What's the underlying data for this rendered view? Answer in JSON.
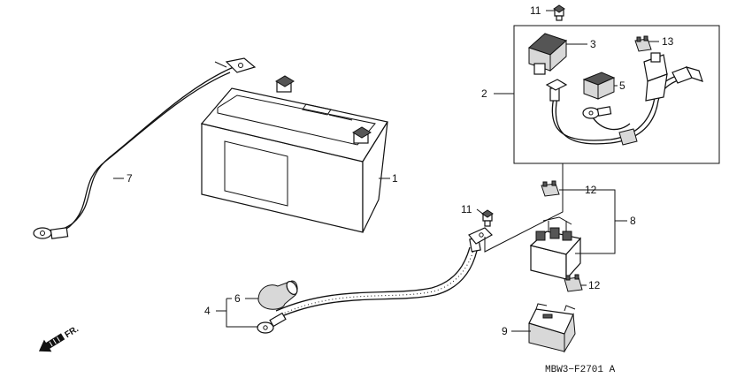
{
  "callouts": [
    {
      "id": "c1",
      "label": "1"
    },
    {
      "id": "c2",
      "label": "2"
    },
    {
      "id": "c3",
      "label": "3"
    },
    {
      "id": "c4",
      "label": "4"
    },
    {
      "id": "c5",
      "label": "5"
    },
    {
      "id": "c6",
      "label": "6"
    },
    {
      "id": "c7",
      "label": "7"
    },
    {
      "id": "c8",
      "label": "8"
    },
    {
      "id": "c9",
      "label": "9"
    },
    {
      "id": "c11a",
      "label": "11"
    },
    {
      "id": "c11b",
      "label": "11"
    },
    {
      "id": "c12a",
      "label": "12"
    },
    {
      "id": "c12b",
      "label": "12"
    },
    {
      "id": "c13",
      "label": "13"
    }
  ],
  "direction_label": "FR.",
  "diagram_code": "MBW3−F2701 A"
}
